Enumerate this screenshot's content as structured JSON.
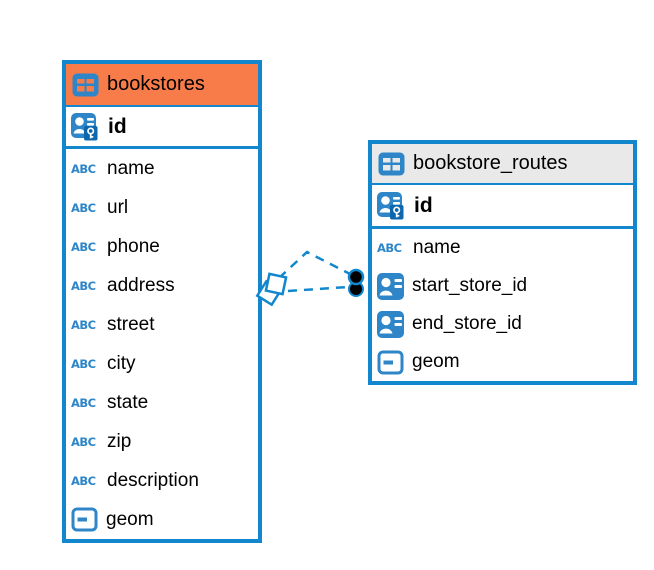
{
  "colors": {
    "accent_blue": "#1287CD",
    "icon_blue": "#2E86C8",
    "key_badge_blue": "#0D67AE",
    "bookstores_header": "#F87C4A",
    "routes_header": "#E9E9E9",
    "relation_line": "#1287CD",
    "relation_dot": "#000000",
    "text": "#000000"
  },
  "icons": {
    "text_type_label": "ABC"
  },
  "tables": [
    {
      "title": "bookstores",
      "header_icon": "table-icon",
      "header_color": "#F87C4A",
      "rows": [
        {
          "label": "id",
          "icon": "primary-key-icon"
        },
        {
          "label": "name",
          "icon": "text-type-icon"
        },
        {
          "label": "url",
          "icon": "text-type-icon"
        },
        {
          "label": "phone",
          "icon": "text-type-icon"
        },
        {
          "label": "address",
          "icon": "text-type-icon"
        },
        {
          "label": "street",
          "icon": "text-type-icon"
        },
        {
          "label": "city",
          "icon": "text-type-icon"
        },
        {
          "label": "state",
          "icon": "text-type-icon"
        },
        {
          "label": "zip",
          "icon": "text-type-icon"
        },
        {
          "label": "description",
          "icon": "text-type-icon"
        },
        {
          "label": "geom",
          "icon": "geometry-type-icon"
        }
      ]
    },
    {
      "title": "bookstore_routes",
      "header_icon": "table-icon",
      "header_color": "#E9E9E9",
      "rows": [
        {
          "label": "id",
          "icon": "primary-key-icon"
        },
        {
          "label": "name",
          "icon": "text-type-icon"
        },
        {
          "label": "start_store_id",
          "icon": "reference-type-icon"
        },
        {
          "label": "end_store_id",
          "icon": "reference-type-icon"
        },
        {
          "label": "geom",
          "icon": "geometry-type-icon"
        }
      ]
    }
  ],
  "relations": [
    {
      "from_table": "bookstores",
      "to_table": "bookstore_routes",
      "line_style": "dashed",
      "parent_end": "diamond",
      "child_end": "dot"
    },
    {
      "from_table": "bookstores",
      "to_table": "bookstore_routes",
      "line_style": "dashed",
      "parent_end": "diamond",
      "child_end": "dot"
    }
  ]
}
